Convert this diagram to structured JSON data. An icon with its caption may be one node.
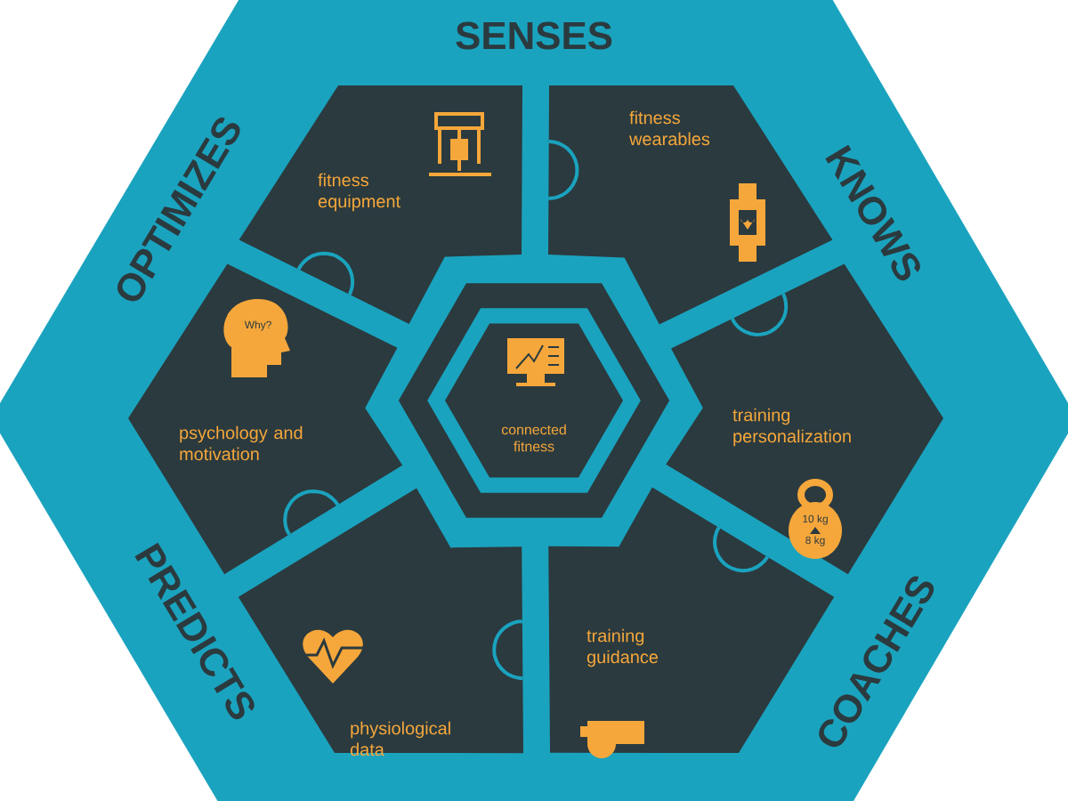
{
  "diagram": {
    "nodes": [
      {
        "text": [
          "connected fitness"
        ]
      },
      {
        "text": [
          "fitness equipment"
        ]
      },
      {
        "text": [
          "fitness wearables"
        ]
      },
      {
        "text": [
          "training personalization"
        ]
      },
      {
        "text": [
          "training guidance"
        ]
      },
      {
        "text": [
          "physiological data"
        ]
      },
      {
        "text": [
          "psychology and motivation"
        ]
      }
    ],
    "labels": [
      "SENSES",
      "OPTIMIZES",
      "KNOWS",
      "Why?",
      "10 kg",
      "8 kg",
      "PREDICTS",
      "COACHES"
    ]
  }
}
